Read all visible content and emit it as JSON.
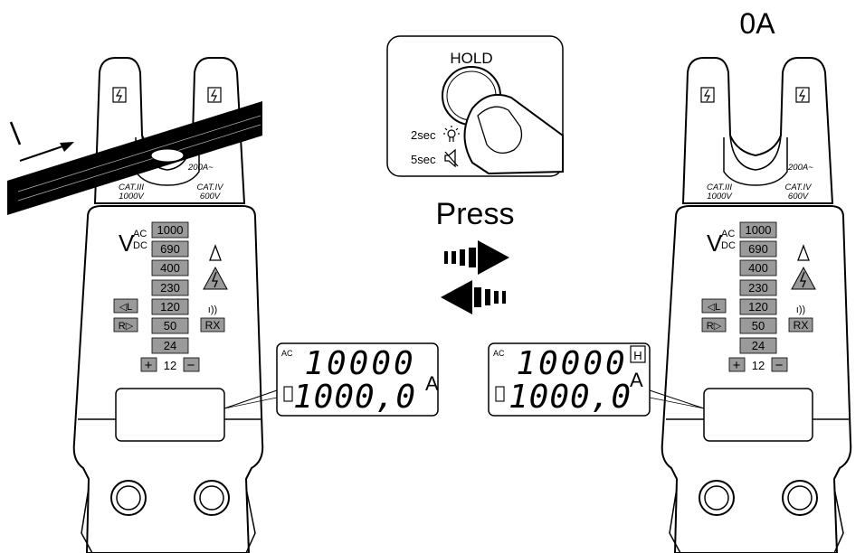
{
  "top_right_label": "0A",
  "press_label": "Press",
  "hold_panel": {
    "hold_label": "HOLD",
    "backlight_time": "2sec",
    "mute_time": "5sec"
  },
  "tester": {
    "jaw_rating": "200A~",
    "cat_left_line1": "CAT.III",
    "cat_left_line2": "1000V",
    "cat_right_line1": "CAT.IV",
    "cat_right_line2": "600V",
    "voltage_symbol": "V",
    "ac_label": "AC",
    "dc_label": "DC",
    "ranges": [
      "1000",
      "690",
      "400",
      "230",
      "120",
      "50",
      "24"
    ],
    "left_polarity": "◁L",
    "right_polarity": "R▷",
    "continuity_symbol": "ı))",
    "rx_label": "RX",
    "plus_symbol": "+",
    "minus_symbol": "−",
    "bottom_range": "12"
  },
  "lcd_left": {
    "ac_mark": "AC",
    "unit": "A",
    "top_digits": "10000",
    "bottom_digits": "1000,0"
  },
  "lcd_right": {
    "ac_mark": "AC",
    "unit": "A",
    "hold_indicator": "H",
    "top_digits": "10000",
    "bottom_digits": "1000,0"
  },
  "current_label": "I"
}
